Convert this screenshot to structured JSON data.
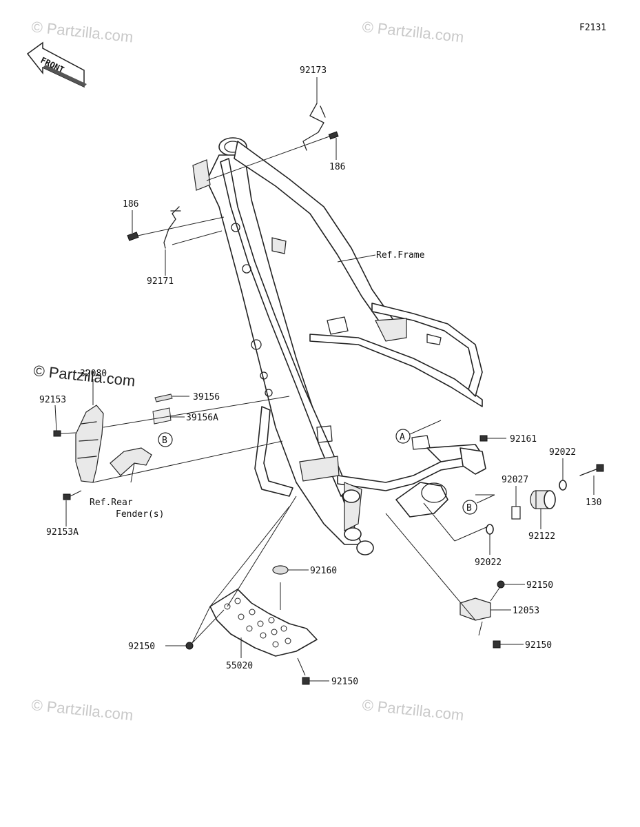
{
  "diagram_id": "F2131",
  "watermark": "© Partzilla.com",
  "front_badge": "FRONT",
  "parts": {
    "p92173": "92173",
    "p186_top": "186",
    "p186_left": "186",
    "p92171": "92171",
    "ref_frame": "Ref.Frame",
    "p32080": "32080",
    "p92153": "92153",
    "p39156": "39156",
    "p39156a": "39156A",
    "ref_rear_1": "Ref.Rear",
    "ref_rear_2": "Fender(s)",
    "p92153a": "92153A",
    "p92161": "92161",
    "p92022_top": "92022",
    "p92027": "92027",
    "p130": "130",
    "p92122": "92122",
    "p92022_bottom": "92022",
    "p92160": "92160",
    "p92150_r1": "92150",
    "p12053": "12053",
    "p92150_r2": "92150",
    "p92150_left": "92150",
    "p55020": "55020",
    "p92150_bottom": "92150"
  },
  "callouts": {
    "a": "A",
    "b_left": "B",
    "b_right": "B"
  }
}
